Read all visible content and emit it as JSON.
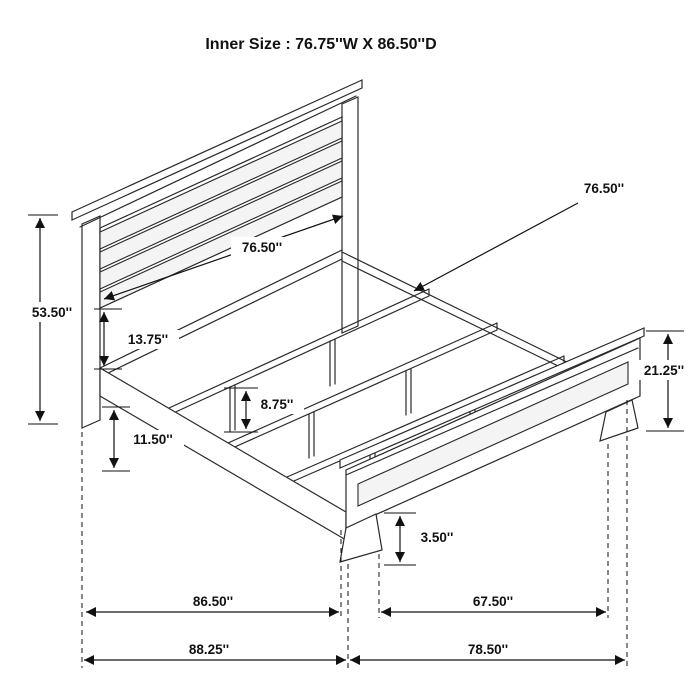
{
  "title": "Inner Size : 76.75''W X 86.50''D",
  "dimensions": {
    "headboard_height": "53.50''",
    "inner_width": "76.50''",
    "center_slat_length": "76.50''",
    "panel_to_rail": "13.75''",
    "rail_to_floor": "11.50''",
    "support_leg_height": "8.75''",
    "footboard_height": "21.25''",
    "footboard_leg_height": "3.50''",
    "inner_depth": "86.50''",
    "footboard_span": "67.50''",
    "overall_depth": "88.25''",
    "overall_width": "78.50''"
  }
}
